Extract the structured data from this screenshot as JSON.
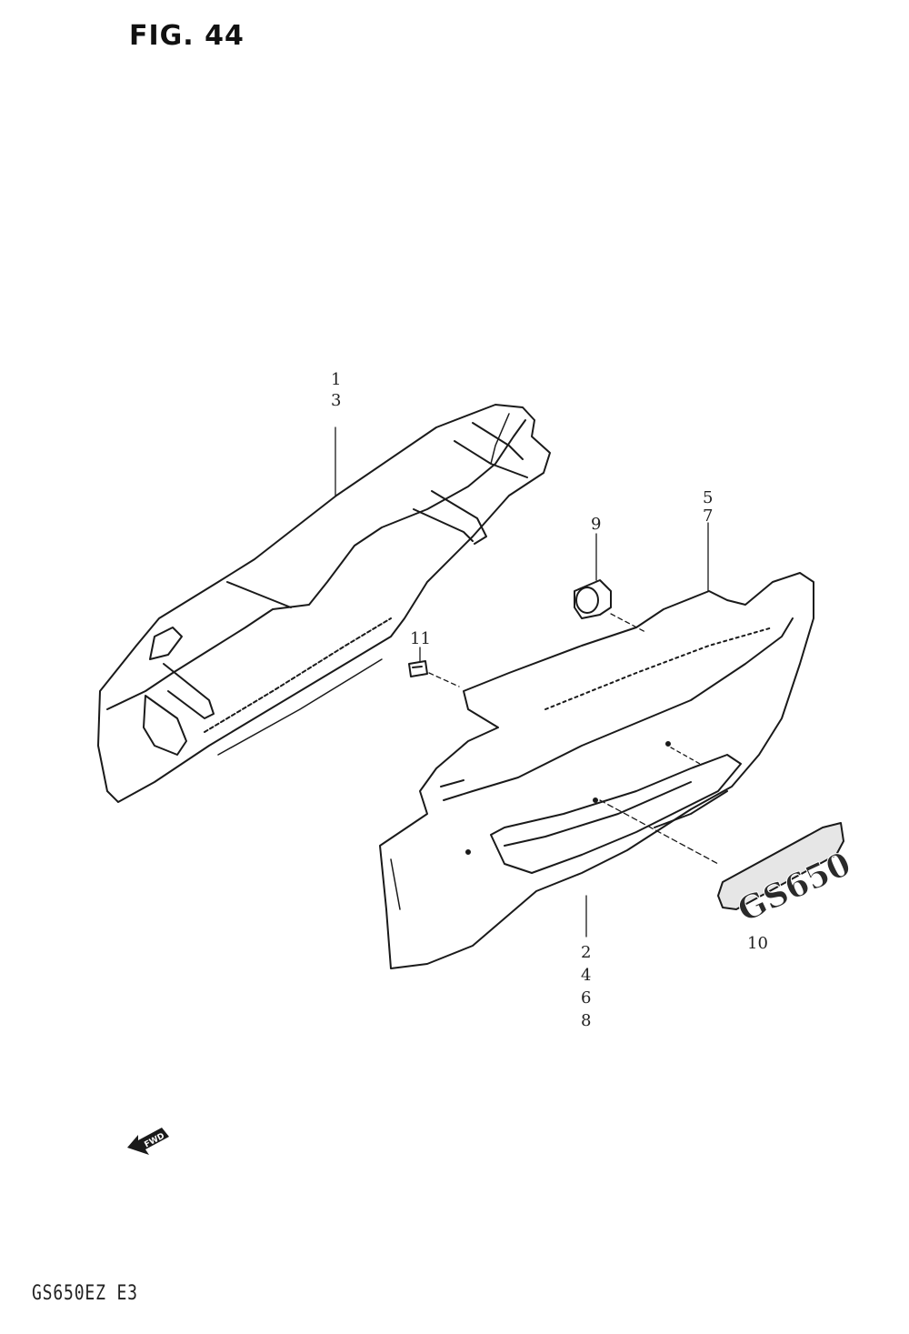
{
  "figure": {
    "title": "FIG. 44",
    "model_code": "GS650EZ E3"
  },
  "callouts": {
    "part_left_cover": [
      "1",
      "3"
    ],
    "part_right_cover_top": [
      "5",
      "7"
    ],
    "part_grommet": "9",
    "part_clip": "11",
    "part_emblem": "10",
    "part_right_cover_bottom": [
      "2",
      "4",
      "6",
      "8"
    ]
  },
  "emblem_text": "GS650",
  "fwd_arrow_text": "FWD",
  "icons": {
    "fwd_arrow": "forward-arrow-icon"
  }
}
